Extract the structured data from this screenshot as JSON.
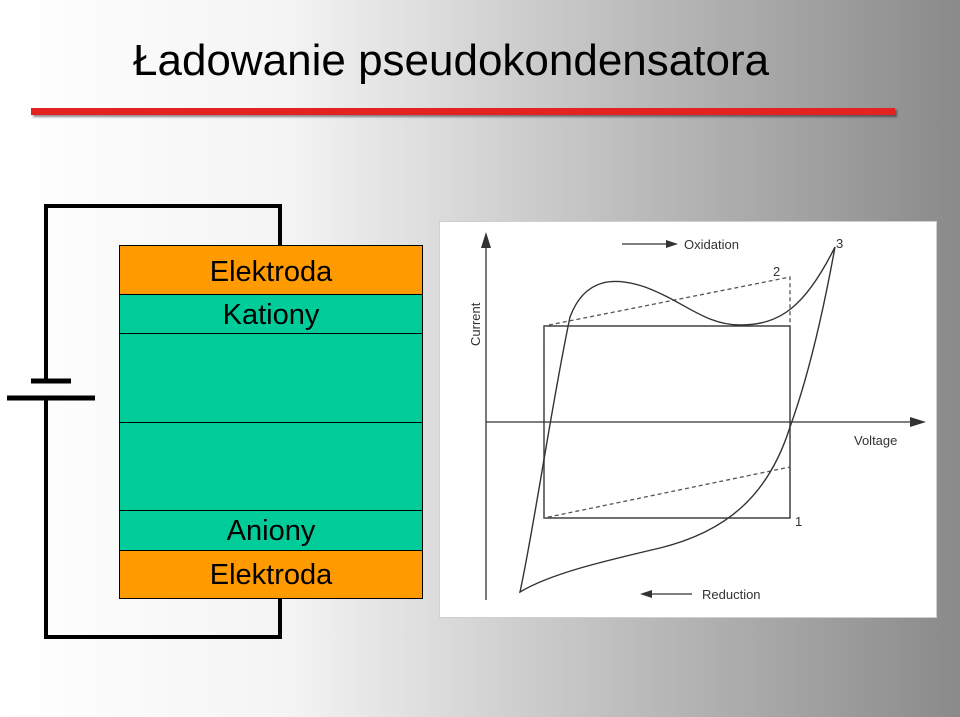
{
  "slide": {
    "title": "Ładowanie pseudokondensatora"
  },
  "cell": {
    "top_electrode": "Elektroda",
    "cations": "Kationy",
    "anions": "Aniony",
    "bottom_electrode": "Elektroda"
  },
  "colors": {
    "title_rule": "#e32222",
    "electrode": "#ff9a00",
    "electrolyte": "#00cc99"
  },
  "graph": {
    "oxidation_label": "Oxidation",
    "reduction_label": "Reduction",
    "current_axis_label": "Current",
    "voltage_axis_label": "Voltage",
    "curve_labels": [
      "1",
      "2",
      "3"
    ]
  }
}
